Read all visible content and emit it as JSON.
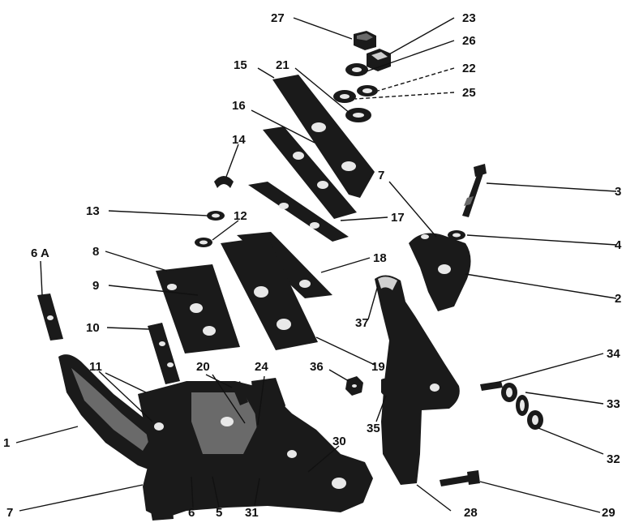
{
  "callouts": [
    {
      "id": "c27",
      "text": "27"
    },
    {
      "id": "c23",
      "text": "23"
    },
    {
      "id": "c26",
      "text": "26"
    },
    {
      "id": "c22",
      "text": "22"
    },
    {
      "id": "c25",
      "text": "25"
    },
    {
      "id": "c15",
      "text": "15"
    },
    {
      "id": "c21",
      "text": "21"
    },
    {
      "id": "c16",
      "text": "16"
    },
    {
      "id": "c14",
      "text": "14"
    },
    {
      "id": "c7a",
      "text": "7"
    },
    {
      "id": "c3",
      "text": "3"
    },
    {
      "id": "c13",
      "text": "13"
    },
    {
      "id": "c12",
      "text": "12"
    },
    {
      "id": "c17",
      "text": "17"
    },
    {
      "id": "c4",
      "text": "4"
    },
    {
      "id": "c6A",
      "text": "6 A"
    },
    {
      "id": "c8",
      "text": "8"
    },
    {
      "id": "c18",
      "text": "18"
    },
    {
      "id": "c9",
      "text": "9"
    },
    {
      "id": "c2",
      "text": "2"
    },
    {
      "id": "c37",
      "text": "37"
    },
    {
      "id": "c10",
      "text": "10"
    },
    {
      "id": "c19",
      "text": "19"
    },
    {
      "id": "c34",
      "text": "34"
    },
    {
      "id": "c11",
      "text": "11"
    },
    {
      "id": "c20",
      "text": "20"
    },
    {
      "id": "c24",
      "text": "24"
    },
    {
      "id": "c36",
      "text": "36"
    },
    {
      "id": "c33",
      "text": "33"
    },
    {
      "id": "c35",
      "text": "35"
    },
    {
      "id": "c1",
      "text": "1"
    },
    {
      "id": "c30",
      "text": "30"
    },
    {
      "id": "c32",
      "text": "32"
    },
    {
      "id": "c7b",
      "text": "7"
    },
    {
      "id": "c6",
      "text": "6"
    },
    {
      "id": "c5",
      "text": "5"
    },
    {
      "id": "c31",
      "text": "31"
    },
    {
      "id": "c28",
      "text": "28"
    },
    {
      "id": "c29",
      "text": "29"
    }
  ]
}
